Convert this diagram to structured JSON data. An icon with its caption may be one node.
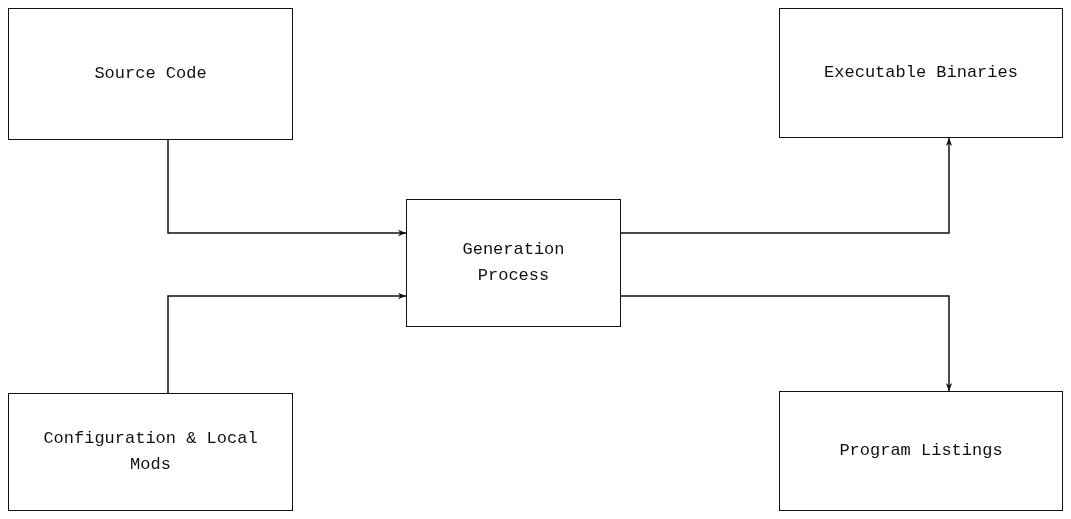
{
  "diagram": {
    "nodes": [
      {
        "text": [
          "Source Code"
        ]
      },
      {
        "text": [
          "Executable Binaries"
        ]
      },
      {
        "text": [
          "Generation Process"
        ]
      },
      {
        "text": [
          "Configuration & Local Mods"
        ]
      },
      {
        "text": [
          "Program Listings"
        ]
      }
    ],
    "edges": [
      {
        "from": 0,
        "to": 2,
        "arrow": "to"
      },
      {
        "from": 3,
        "to": 2,
        "arrow": "to"
      },
      {
        "from": 2,
        "to": 1,
        "arrow": "to"
      },
      {
        "from": 2,
        "to": 4,
        "arrow": "to"
      }
    ]
  }
}
